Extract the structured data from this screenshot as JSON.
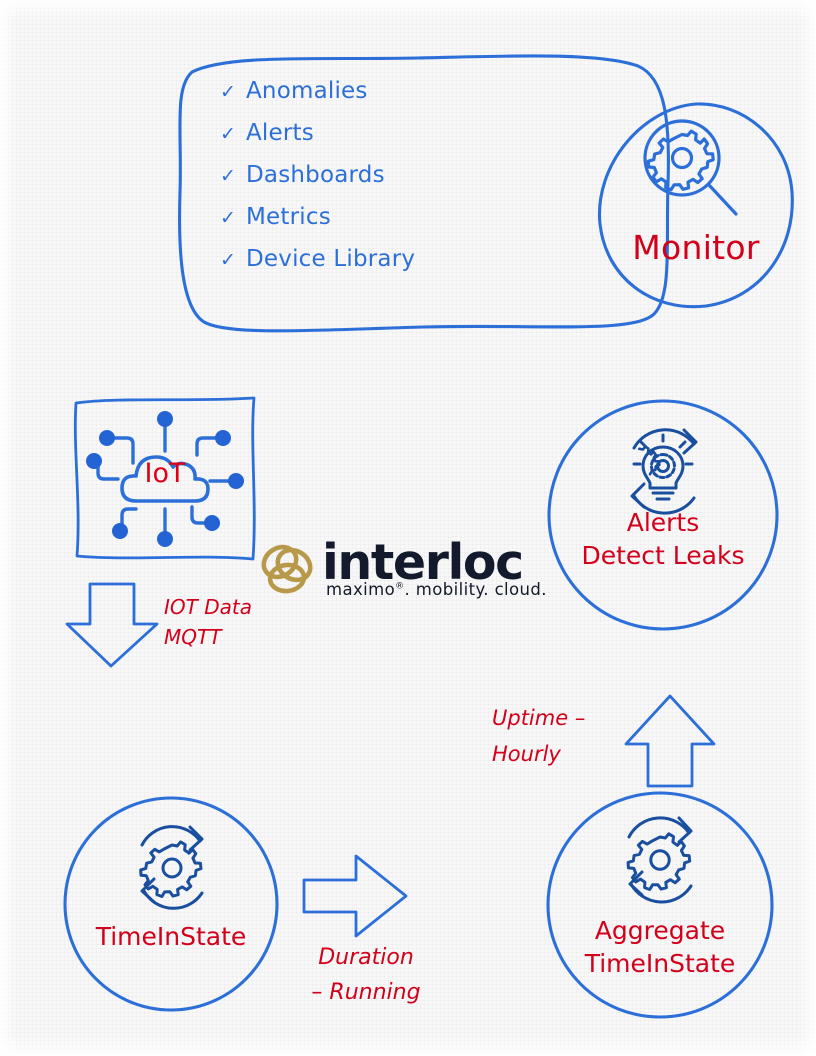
{
  "colors": {
    "blue": "#2c6fd8",
    "blue_dark": "#1a5fc4",
    "red": "#d2001a",
    "gold": "#b8994a",
    "logo_navy": "#131a2b",
    "paper": "#f8f8f8"
  },
  "monitor_card": {
    "name": "Monitor",
    "features": [
      {
        "check": "✓",
        "label": "Anomalies"
      },
      {
        "check": "✓",
        "label": "Alerts"
      },
      {
        "check": "✓",
        "label": "Dashboards"
      },
      {
        "check": "✓",
        "label": "Metrics"
      },
      {
        "check": "✓",
        "label": "Device Library"
      }
    ],
    "blob_label": "Monitor",
    "blob_icon": "magnifier-gear-icon"
  },
  "iot_box": {
    "label": "IoT",
    "icon": "iot-cloud-network-icon"
  },
  "down_arrow": {
    "icon": "arrow-down-icon",
    "caption_line1": "IOT Data",
    "caption_line2": "MQTT"
  },
  "logo": {
    "mark": "interlocking-rings-icon",
    "wordmark": "interloc",
    "tagline_prefix": "maximo",
    "tagline_mark": "®",
    "tagline_suffix": ". mobility. cloud."
  },
  "alerts_circle": {
    "icon": "refresh-lightbulb-gear-icon",
    "line1": "Alerts",
    "line2": "Detect Leaks"
  },
  "up_arrow": {
    "icon": "arrow-up-icon",
    "caption_line1": "Uptime –",
    "caption_line2": "Hourly"
  },
  "timeinstate_circle": {
    "icon": "refresh-gear-icon",
    "label": "TimeInState"
  },
  "right_arrow": {
    "icon": "arrow-right-icon",
    "caption_line1": "Duration",
    "caption_line2": "– Running"
  },
  "aggregate_circle": {
    "icon": "refresh-gear-icon",
    "line1": "Aggregate",
    "line2": "TimeInState"
  }
}
